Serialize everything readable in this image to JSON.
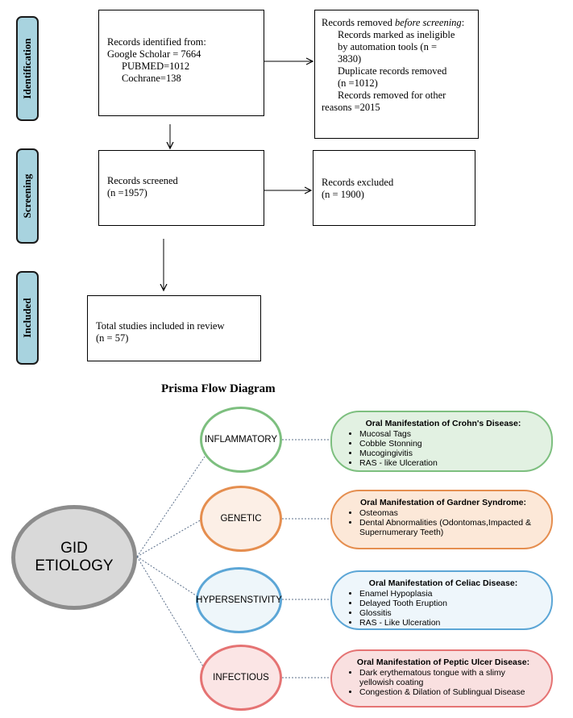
{
  "stages": [
    {
      "label": "Identification"
    },
    {
      "label": "Screening"
    },
    {
      "label": "Included"
    }
  ],
  "flow": {
    "identified": {
      "lines": [
        "Records identified from:",
        "Google Scholar = 7664",
        "PUBMED=1012",
        "Cochrane=138"
      ]
    },
    "removed": {
      "title_prefix": "Records removed ",
      "title_italic": "before screening",
      "title_suffix": ":",
      "lines": [
        "Records marked as ineligible",
        "by automation tools (n =",
        "3830)",
        "Duplicate records removed",
        "(n =1012)",
        "Records removed for other",
        "reasons =2015"
      ]
    },
    "screened": {
      "lines": [
        "Records screened",
        "(n =1957)"
      ]
    },
    "excluded": {
      "lines": [
        "Records excluded",
        "(n = 1900)"
      ]
    },
    "included": {
      "lines": [
        "Total studies included in review",
        "(n = 57)"
      ]
    }
  },
  "diagram_title": "Prisma Flow Diagram",
  "hub": {
    "lines": [
      "GID",
      "ETIOLOGY"
    ]
  },
  "categories": [
    {
      "label": "INFLAMMATORY",
      "border_color": "#7dbf7f",
      "fill": "#ffffff",
      "pill_border": "#7dbf7f",
      "pill_fill": "#e2f1e2",
      "heading": "Oral Manifestation of Crohn's Disease:",
      "items": [
        "Mucosal Tags",
        "Cobble Stonning",
        "Mucogingivitis",
        "RAS - like Ulceration"
      ]
    },
    {
      "label": "GENETIC",
      "border_color": "#e58e4f",
      "fill": "#fcefe6",
      "pill_border": "#e58e4f",
      "pill_fill": "#fce8d8",
      "heading": "Oral Manifestation of Gardner Syndrome:",
      "items": [
        "Osteomas",
        "Dental Abnormalities (Odontomas,Impacted & Supernumerary Teeth)"
      ]
    },
    {
      "label": "HYPERSENSTIVITY",
      "border_color": "#5ca6d6",
      "fill": "#eef6fa",
      "pill_border": "#5ca6d6",
      "pill_fill": "#eef6fb",
      "heading": "Oral Manifestation of Celiac Disease:",
      "items": [
        "Enamel Hypoplasia",
        "Delayed Tooth Eruption",
        "Glossitis",
        "RAS - Like Ulceration"
      ]
    },
    {
      "label": "INFECTIOUS",
      "border_color": "#e57373",
      "fill": "#fbe5e5",
      "pill_border": "#e57373",
      "pill_fill": "#f9e0e0",
      "heading": "Oral Manifestation of Peptic Ulcer Disease:",
      "items": [
        "Dark erythematous tongue with a slimy yellowish coating",
        "Congestion & Dilation of Sublingual Disease"
      ]
    }
  ]
}
